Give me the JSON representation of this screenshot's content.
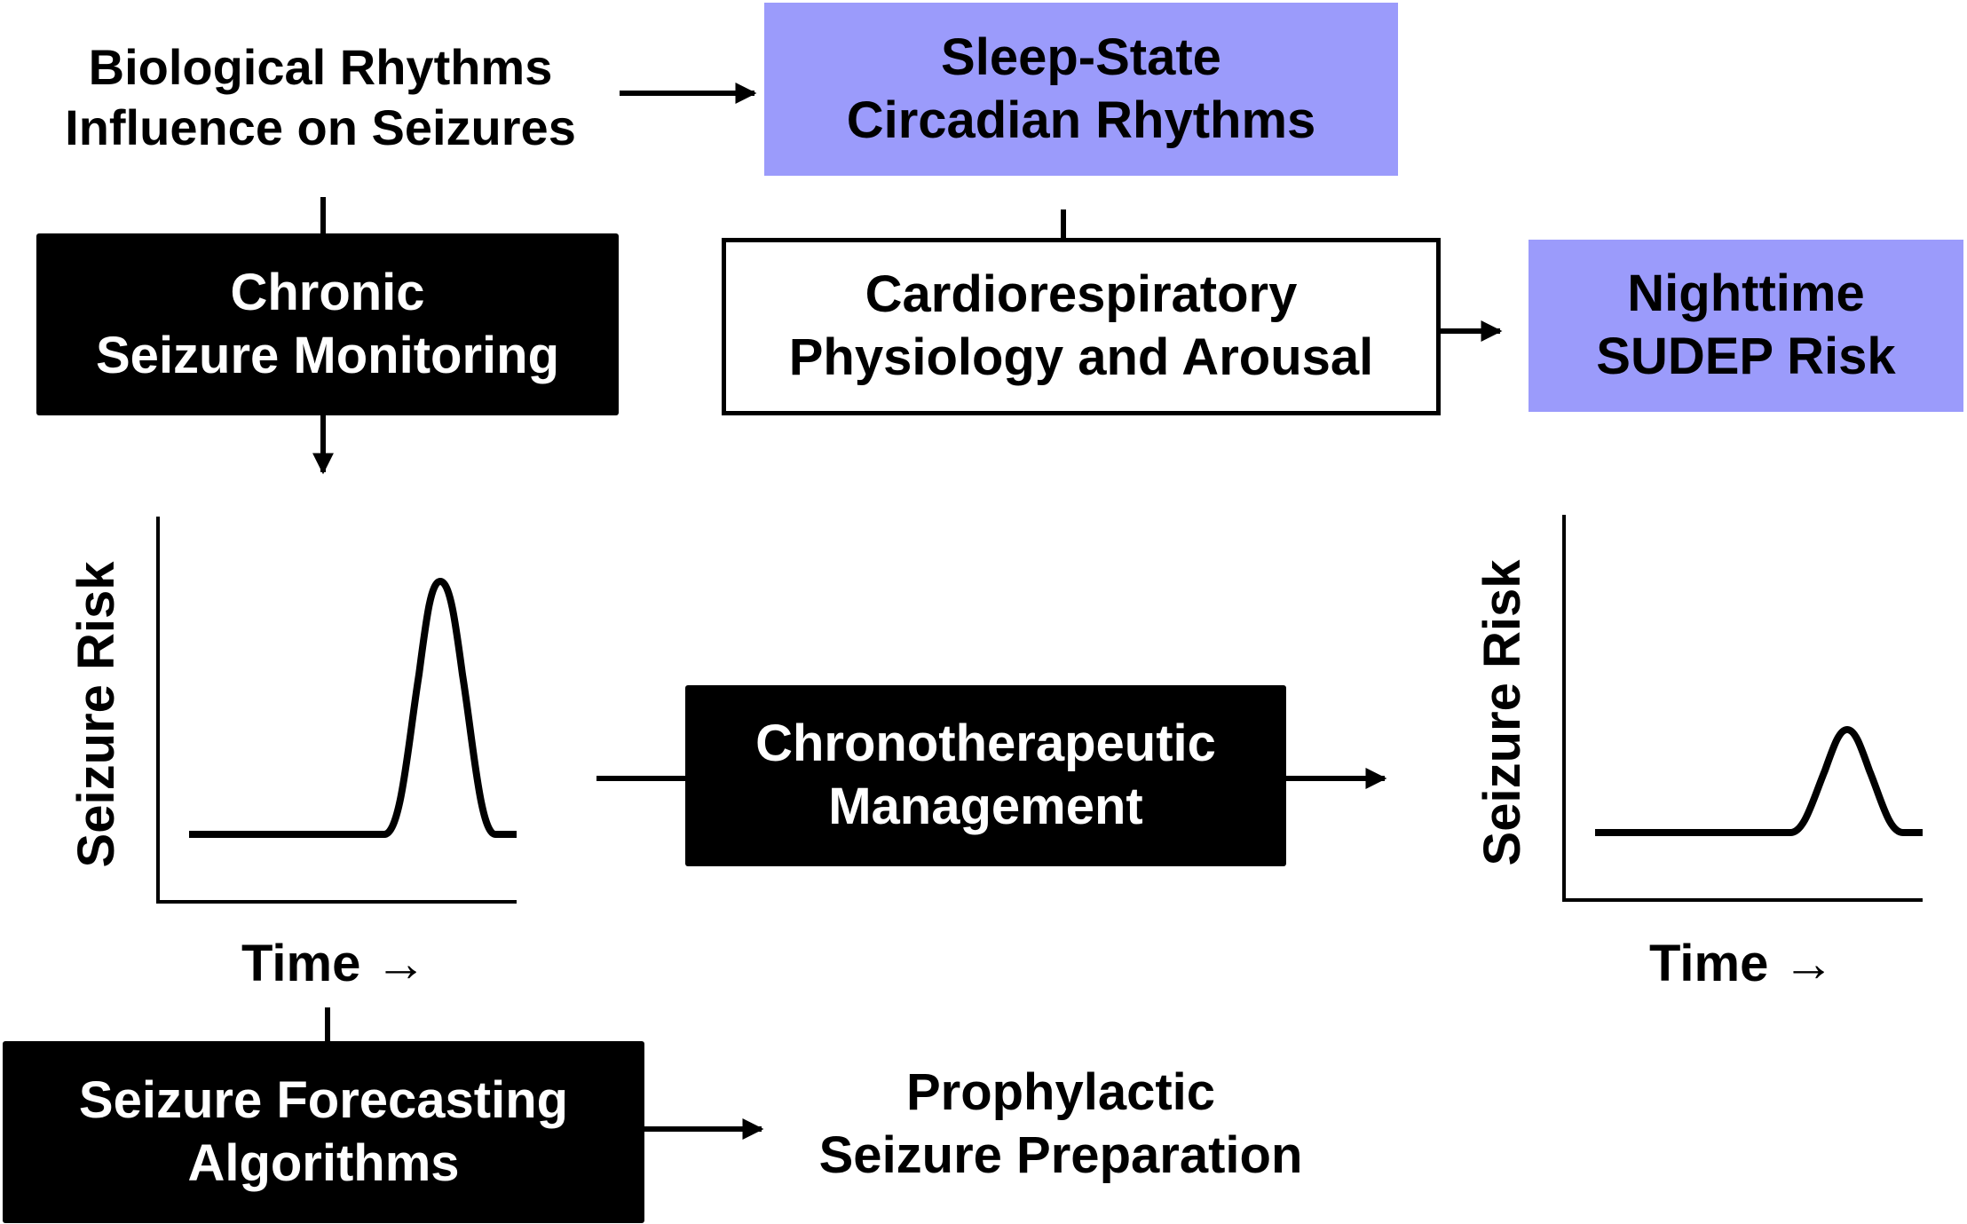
{
  "nodes": {
    "biological_rhythms": [
      "Biological Rhythms",
      "Influence on Seizures"
    ],
    "sleep_state": [
      "Sleep-State",
      "Circadian Rhythms"
    ],
    "chronic_monitoring": [
      "Chronic",
      "Seizure Monitoring"
    ],
    "cardiorespiratory": [
      "Cardiorespiratory",
      "Physiology and Arousal"
    ],
    "nighttime_sudep": [
      "Nighttime",
      "SUDEP Risk"
    ],
    "chronotherapeutic": [
      "Chronotherapeutic",
      "Management"
    ],
    "forecasting": [
      "Seizure Forecasting",
      "Algorithms"
    ],
    "prophylactic": [
      "Prophylactic",
      "Seizure Preparation"
    ]
  },
  "plots": {
    "left": {
      "ylabel": "Seizure Risk",
      "xlabel": "Time →"
    },
    "right": {
      "ylabel": "Seizure Risk",
      "xlabel": "Time →"
    }
  },
  "colors": {
    "purple_box": "#9b9bfb",
    "black_box": "#000000",
    "line": "#000000"
  }
}
